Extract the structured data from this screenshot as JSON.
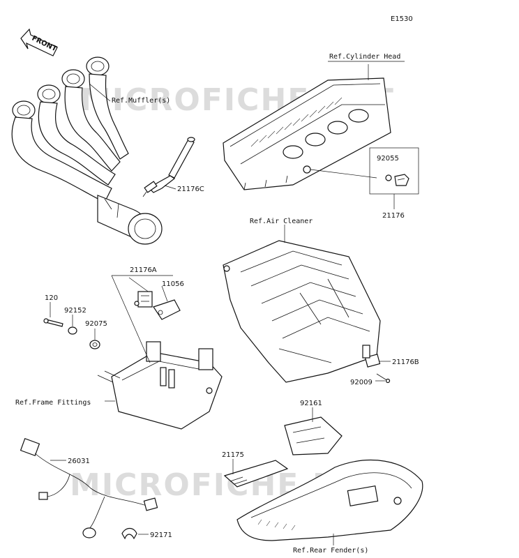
{
  "diagram_code": "E1530",
  "front_label": "FRONT",
  "watermark": "MICROFICHE.NET",
  "references": {
    "cylinder_head": "Ref.Cylinder Head",
    "mufflers": "Ref.Muffler(s)",
    "air_cleaner": "Ref.Air Cleaner",
    "frame_fittings": "Ref.Frame Fittings",
    "rear_fender": "Ref.Rear Fender(s)"
  },
  "parts": {
    "p21176C": "21176C",
    "p92055": "92055",
    "p21176": "21176",
    "p21176A": "21176A",
    "p11056": "11056",
    "p120": "120",
    "p92152": "92152",
    "p92075": "92075",
    "p21176B": "21176B",
    "p92009": "92009",
    "p92161": "92161",
    "p21175": "21175",
    "p26031": "26031",
    "p92171": "92171"
  }
}
